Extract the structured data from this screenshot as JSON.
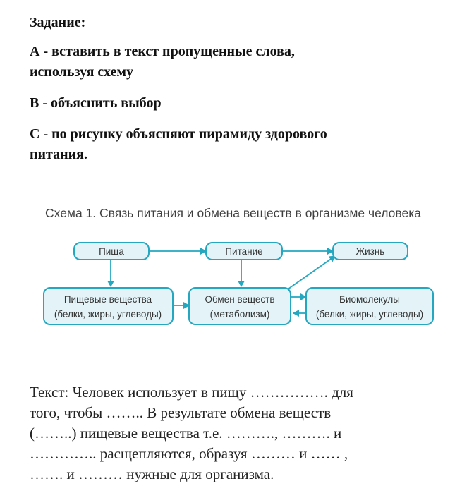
{
  "task": {
    "heading": "Задание:",
    "a_line1": "А - вставить в текст пропущенные слова,",
    "a_line2": "используя схему",
    "b": "В - объяснить выбор",
    "c_line1": "С - по рисунку объясняют пирамиду здорового",
    "c_line2": "питания."
  },
  "scheme": {
    "title": "Схема 1. Связь питания и обмена веществ в организме человека",
    "boxes": {
      "food": "Пища",
      "nutrition": "Питание",
      "life": "Жизнь",
      "nutrients_1": "Пищевые вещества",
      "nutrients_2": "(белки, жиры, углеводы)",
      "metabolism_1": "Обмен веществ",
      "metabolism_2": "(метаболизм)",
      "biomolecules_1": "Биомолекулы",
      "biomolecules_2": "(белки, жиры, углеводы)"
    },
    "accent_color": "#24a7bf",
    "box_fill": "#e3f3f8"
  },
  "text": {
    "line1": "Текст: Человек использует в пищу ……………. для",
    "line2": "того, чтобы …….. В результате обмена веществ",
    "line3": "(……..) пищевые вещества т.е. ………., ………. и",
    "line4": "………….. расщепляются,  образуя   ……… и  …… ,",
    "line5": "……. и ……… нужные для организма."
  }
}
